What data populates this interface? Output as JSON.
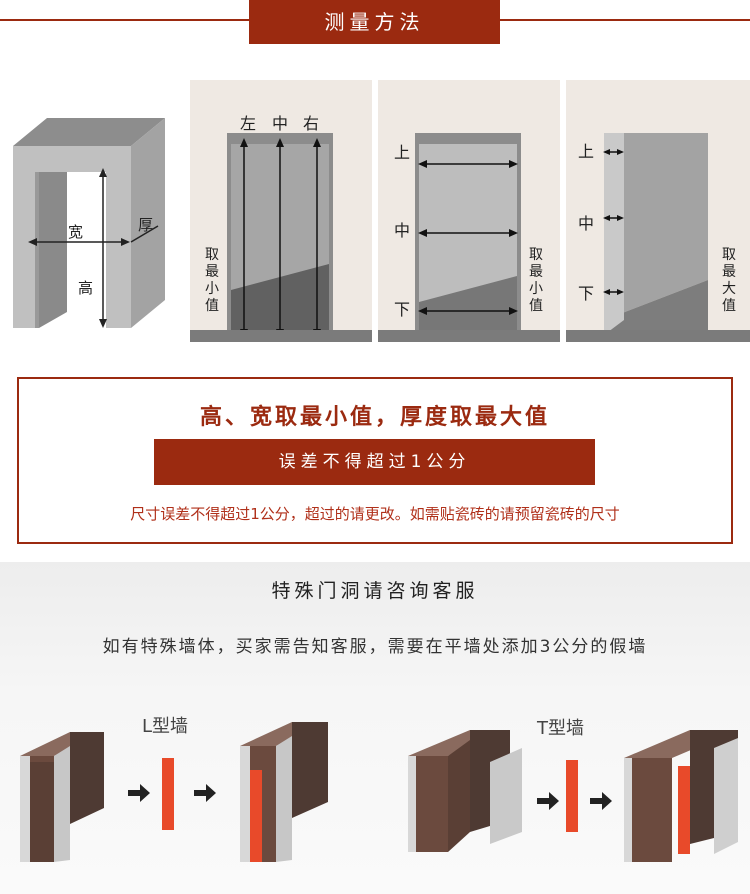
{
  "header": {
    "title": "测量方法"
  },
  "diagram1": {
    "width_label": "宽",
    "height_label": "高",
    "thickness_label": "厚"
  },
  "diagram2": {
    "top_labels": [
      "左",
      "中",
      "右"
    ],
    "side_note": [
      "取",
      "最",
      "小",
      "值"
    ]
  },
  "diagram3": {
    "labels": [
      "上",
      "中",
      "下"
    ],
    "side_note": [
      "取",
      "最",
      "小",
      "值"
    ]
  },
  "diagram4": {
    "labels": [
      "上",
      "中",
      "下"
    ],
    "side_note": [
      "取",
      "最",
      "大",
      "值"
    ]
  },
  "rule": {
    "title": "高、宽取最小值，厚度取最大值",
    "banner": "误差不得超过1公分",
    "note": "尺寸误差不得超过1公分，超过的请更改。如需贴瓷砖的请预留瓷砖的尺寸"
  },
  "special": {
    "title": "特殊门洞请咨询客服",
    "subtitle": "如有特殊墙体，买家需告知客服，需要在平墙处添加3公分的假墙",
    "l_wall_label": "L型墙",
    "t_wall_label": "T型墙"
  },
  "colors": {
    "brand_red": "#9b2a10",
    "wall_dark": "#6b4a3e",
    "filler_red": "#e84a2a"
  }
}
